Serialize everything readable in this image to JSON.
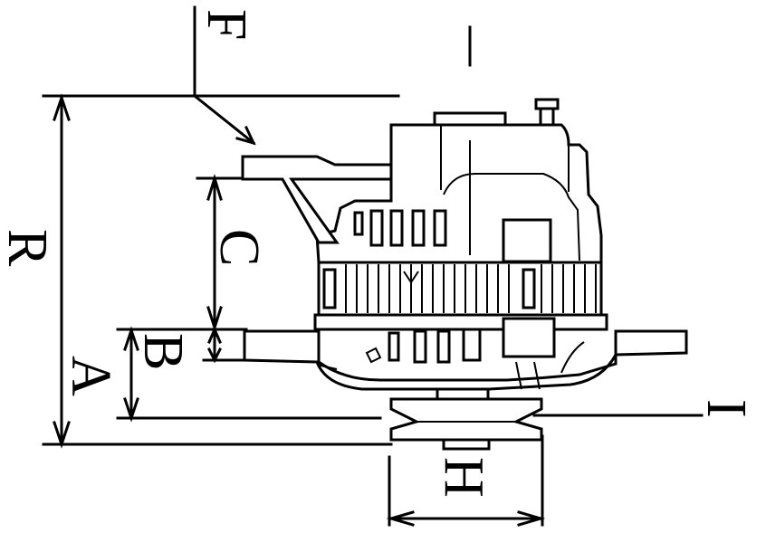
{
  "diagram": {
    "labels": {
      "F": "F",
      "R": "R",
      "C": "C",
      "B": "B",
      "A": "A",
      "H": "H",
      "I": "I"
    },
    "colors": {
      "line": "#000000",
      "background": "#ffffff"
    }
  }
}
